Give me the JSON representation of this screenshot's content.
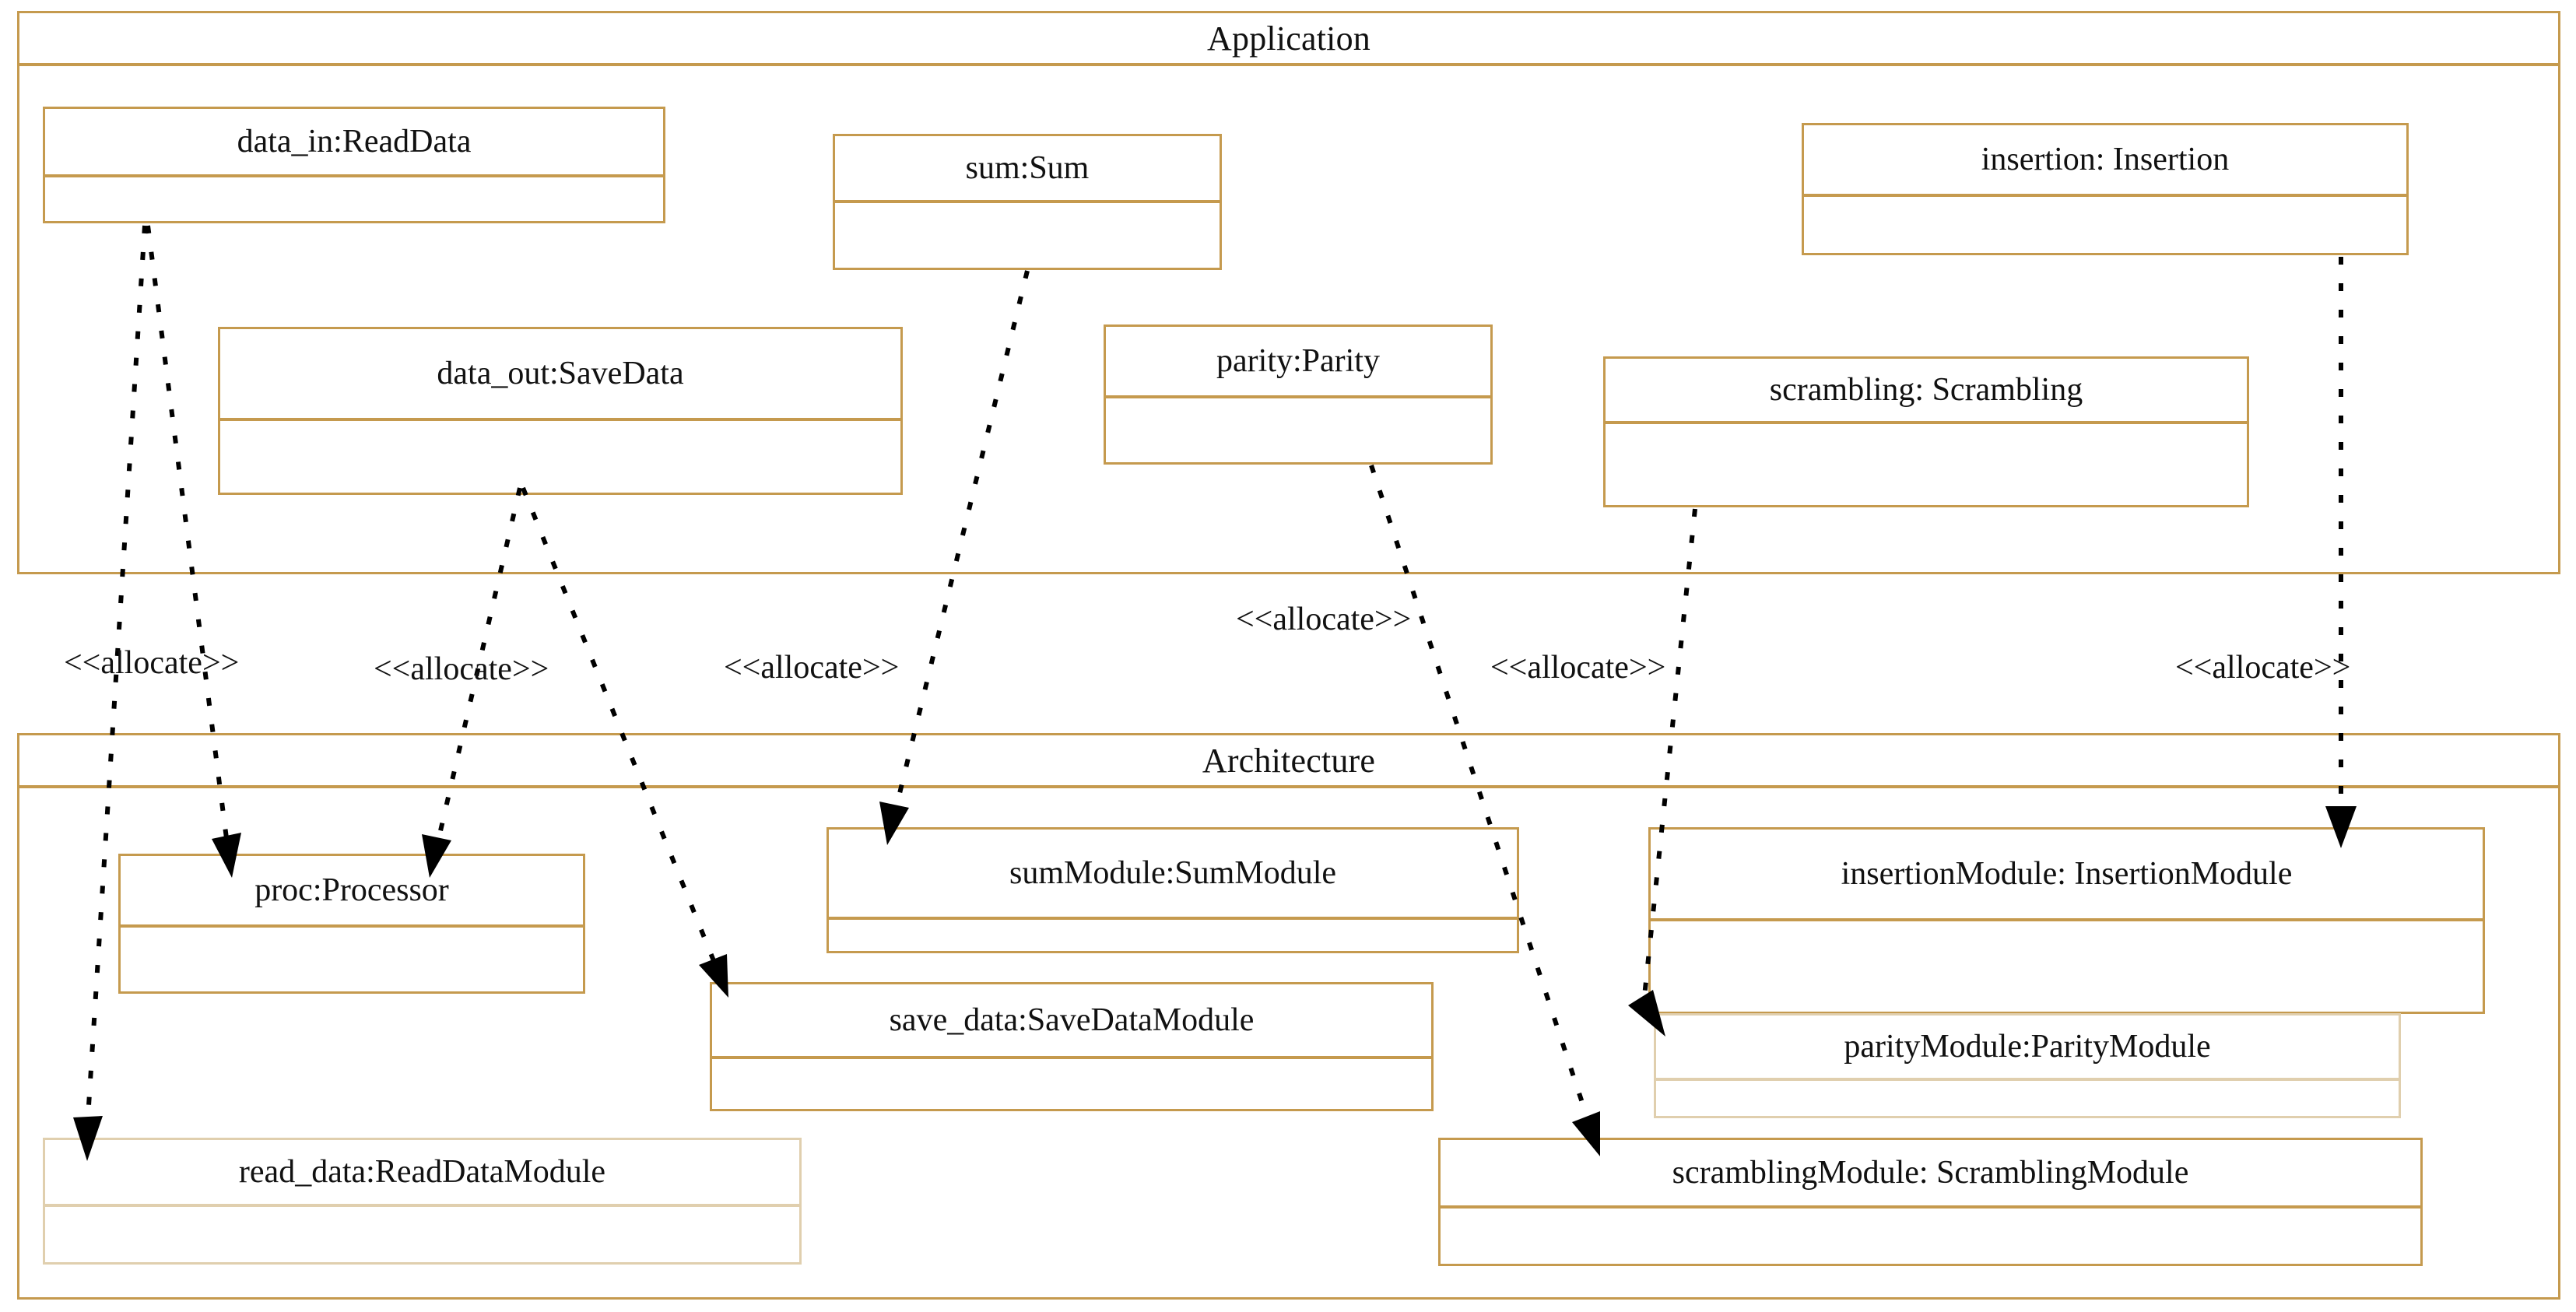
{
  "diagram": {
    "kind": "uml-allocation-diagram",
    "colors": {
      "frame_border": "#c59a4e",
      "frame_border_pale": "#e0cfae",
      "text": "#111111",
      "connector": "#000000",
      "background": "#ffffff"
    }
  },
  "packages": [
    {
      "id": "application",
      "title": "Application"
    },
    {
      "id": "architecture",
      "title": "Architecture"
    }
  ],
  "application_parts": [
    {
      "id": "data_in",
      "label": "data_in:ReadData"
    },
    {
      "id": "sum",
      "label": "sum:Sum"
    },
    {
      "id": "insertion",
      "label": "insertion: Insertion"
    },
    {
      "id": "data_out",
      "label": "data_out:SaveData"
    },
    {
      "id": "parity",
      "label": "parity:Parity"
    },
    {
      "id": "scrambling",
      "label": "scrambling: Scrambling"
    }
  ],
  "architecture_parts": [
    {
      "id": "proc",
      "label": "proc:Processor"
    },
    {
      "id": "sum_module",
      "label": "sumModule:SumModule"
    },
    {
      "id": "insertion_module",
      "label": "insertionModule: InsertionModule"
    },
    {
      "id": "save_data_module",
      "label": "save_data:SaveDataModule"
    },
    {
      "id": "parity_module",
      "label": "parityModule:ParityModule"
    },
    {
      "id": "read_data_module",
      "label": "read_data:ReadDataModule"
    },
    {
      "id": "scrambling_module",
      "label": "scramblingModule: ScramblingModule"
    }
  ],
  "allocate_labels": [
    {
      "id": "allocate-1",
      "text": "<<allocate>>"
    },
    {
      "id": "allocate-2",
      "text": "<<allocate>>"
    },
    {
      "id": "allocate-3",
      "text": "<<allocate>>"
    },
    {
      "id": "allocate-4",
      "text": "<<allocate>>"
    },
    {
      "id": "allocate-5",
      "text": "<<allocate>>"
    },
    {
      "id": "allocate-6",
      "text": "<<allocate>>"
    }
  ],
  "allocations": [
    {
      "id": "alloc-data_in-read_data",
      "from": "data_in",
      "to": "read_data_module",
      "stereotype": "<<allocate>>"
    },
    {
      "id": "alloc-data_in-proc",
      "from": "data_in",
      "to": "proc",
      "stereotype": "<<allocate>>"
    },
    {
      "id": "alloc-data_out-proc",
      "from": "data_out",
      "to": "proc",
      "stereotype": "<<allocate>>"
    },
    {
      "id": "alloc-data_out-save_data",
      "from": "data_out",
      "to": "save_data_module",
      "stereotype": "<<allocate>>"
    },
    {
      "id": "alloc-sum-sum_module",
      "from": "sum",
      "to": "sum_module",
      "stereotype": "<<allocate>>"
    },
    {
      "id": "alloc-parity-scrambling_module",
      "from": "parity",
      "to": "scrambling_module",
      "stereotype": "<<allocate>>"
    },
    {
      "id": "alloc-scrambling-parity_module",
      "from": "scrambling",
      "to": "parity_module",
      "stereotype": "<<allocate>>"
    },
    {
      "id": "alloc-insertion-insertion_module",
      "from": "insertion",
      "to": "insertion_module",
      "stereotype": "<<allocate>>"
    }
  ]
}
